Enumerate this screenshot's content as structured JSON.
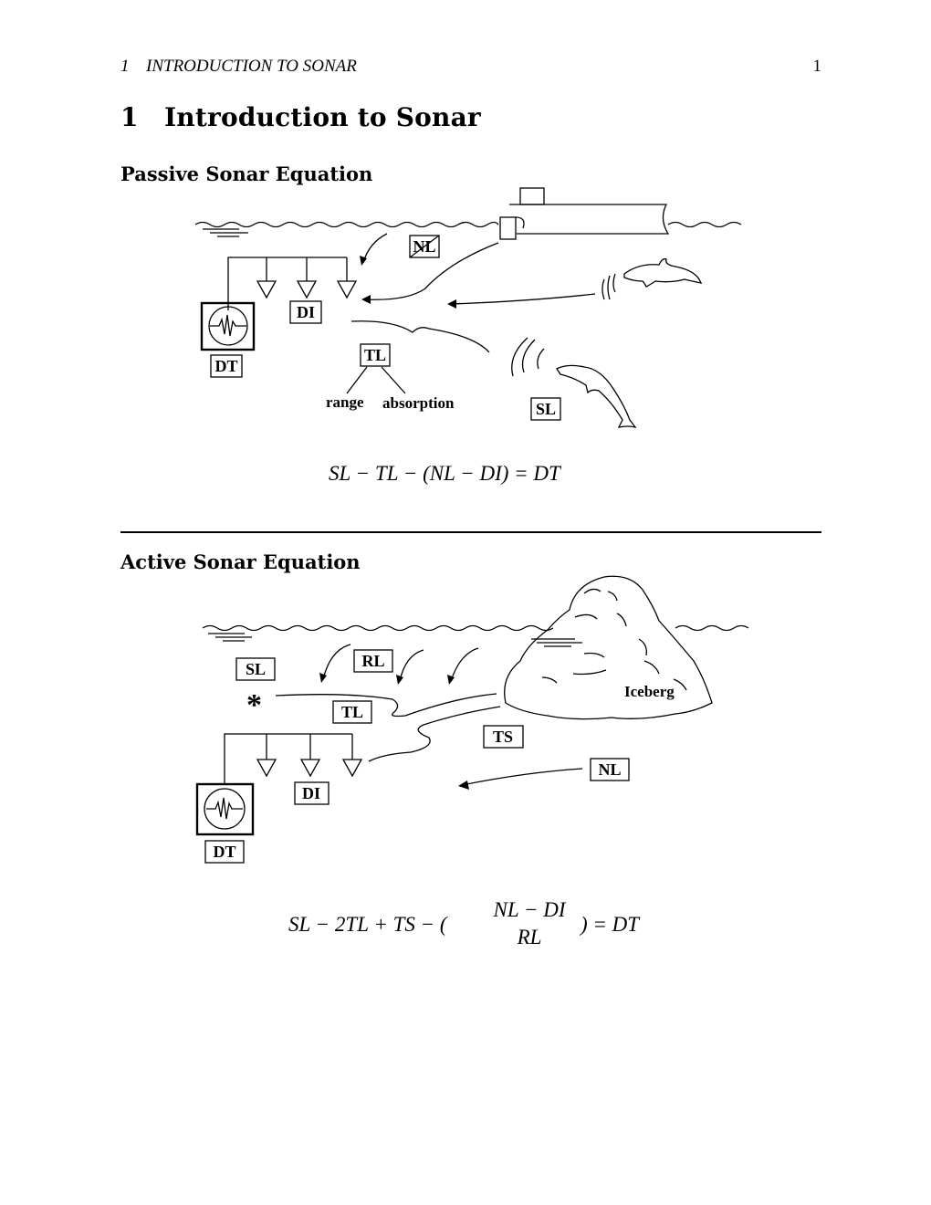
{
  "header": {
    "section_number": "1",
    "section_title": "INTRODUCTION TO SONAR",
    "page_number": "1"
  },
  "section": {
    "number": "1",
    "title": "Introduction to Sonar"
  },
  "passive": {
    "heading": "Passive Sonar Equation",
    "labels": {
      "nl": "NL",
      "di": "DI",
      "dt": "DT",
      "tl": "TL",
      "sl": "SL",
      "range": "range",
      "absorption": "absorption"
    },
    "equation": "SL − TL − (NL − DI) = DT"
  },
  "active": {
    "heading": "Active Sonar Equation",
    "labels": {
      "sl": "SL",
      "rl": "RL",
      "tl": "TL",
      "ts": "TS",
      "nl": "NL",
      "di": "DI",
      "dt": "DT",
      "iceberg": "Iceberg",
      "star": "*"
    },
    "equation": {
      "left": "SL − 2TL + TS − (",
      "numerator": "NL − DI",
      "denominator": "RL",
      "right": ") = DT"
    }
  }
}
